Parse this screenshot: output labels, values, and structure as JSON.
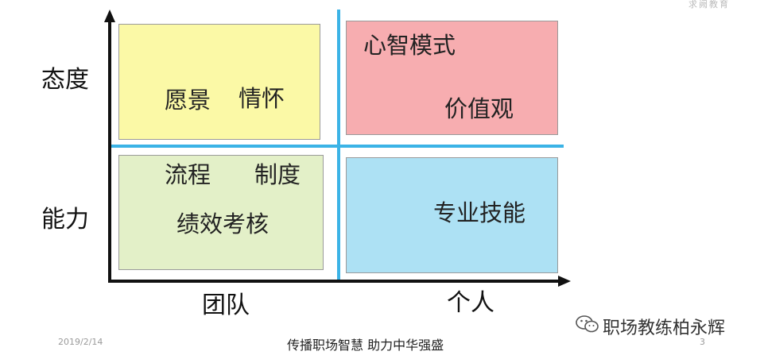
{
  "quadrants": {
    "top_left": [
      "愿景",
      "情怀"
    ],
    "top_right": [
      "心智模式",
      "价值观"
    ],
    "bottom_left": [
      "流程",
      "制度",
      "绩效考核"
    ],
    "bottom_right": [
      "专业技能"
    ]
  },
  "axes": {
    "y_top": "态度",
    "y_bottom": "能力",
    "x_left": "团队",
    "x_right": "个人"
  },
  "footer": {
    "date": "2019/2/14",
    "slogan": "传播职场智慧  助力中华强盛",
    "page": "3"
  },
  "brand": {
    "top_logo": "求阙教育",
    "watermark": "职场教练柏永辉"
  },
  "colors": {
    "top_left": "#fbf9a6",
    "top_right": "#f7adb0",
    "bottom_left": "#e3f0c8",
    "bottom_right": "#ade1f4",
    "divider": "#3bb3e6",
    "axis": "#111111"
  }
}
